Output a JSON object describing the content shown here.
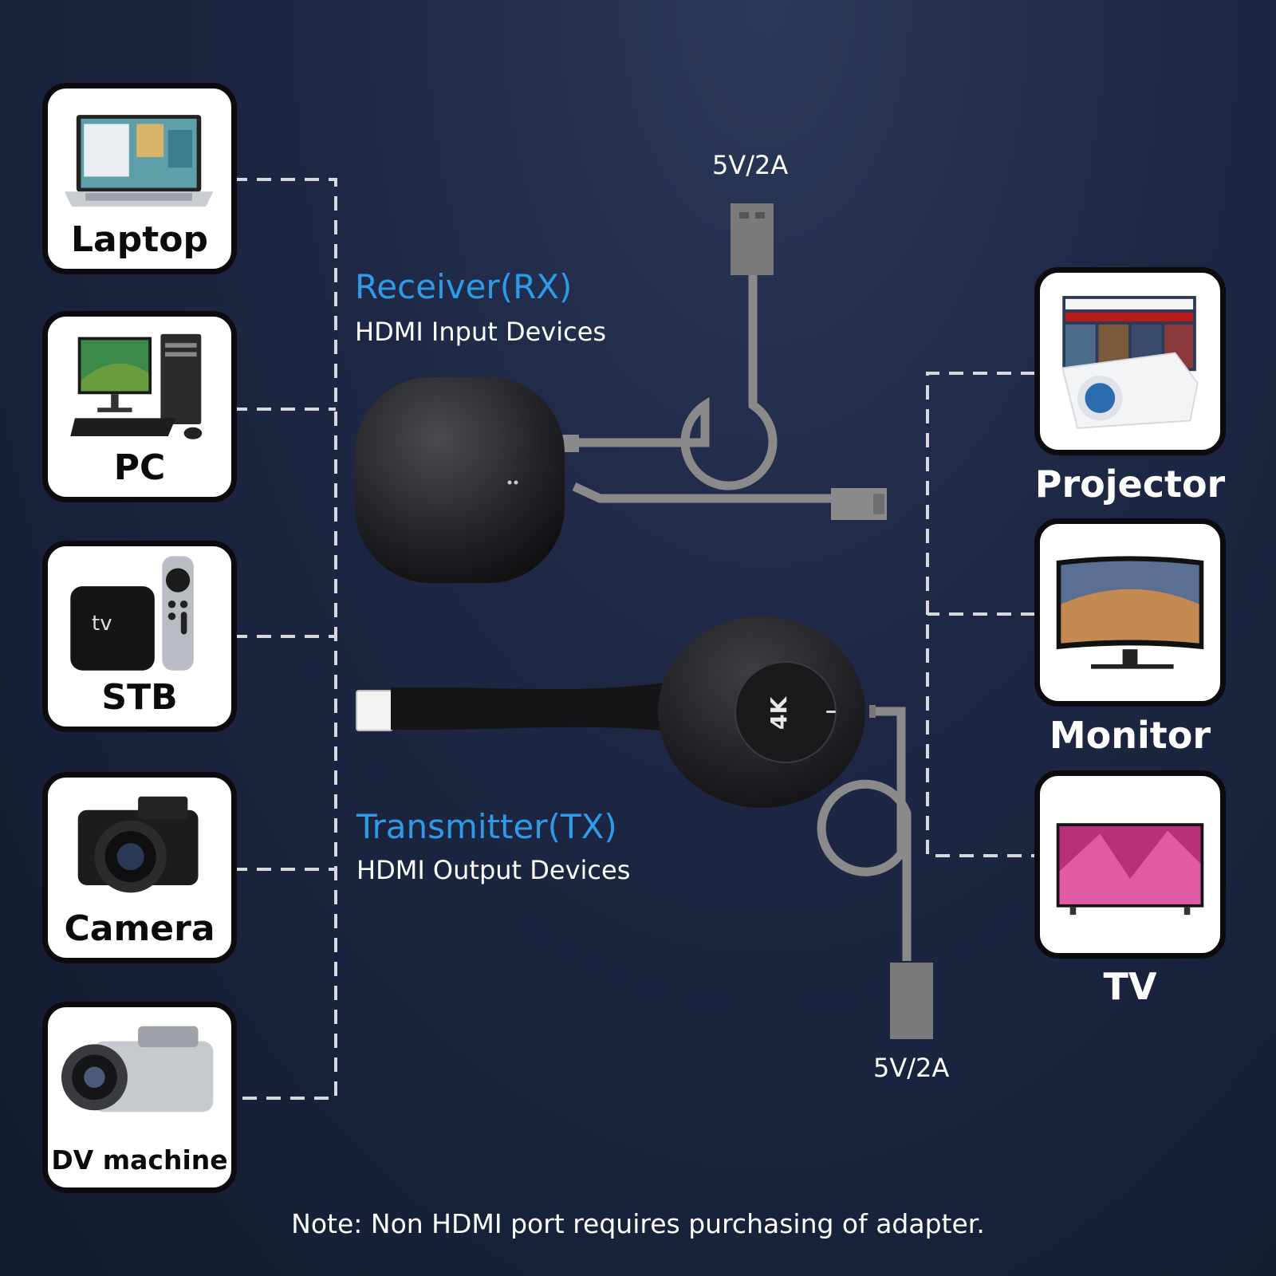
{
  "inputs": [
    {
      "label": "Laptop"
    },
    {
      "label": "PC"
    },
    {
      "label": "STB"
    },
    {
      "label": "Camera"
    },
    {
      "label": "DV machine"
    }
  ],
  "outputs": [
    {
      "label": "Projector"
    },
    {
      "label": "Monitor"
    },
    {
      "label": "TV"
    }
  ],
  "receiver": {
    "title": "Receiver(RX)",
    "subtitle": "HDMI Input Devices",
    "power": "5V/2A"
  },
  "transmitter": {
    "title": "Transmitter(TX)",
    "subtitle": "HDMI Output Devices",
    "power": "5V/2A",
    "badge": "4K"
  },
  "note": "Note: Non HDMI port requires purchasing of adapter.",
  "colors": {
    "accent": "#2f9be8",
    "cable": "#8a8a8a",
    "dash": "#d6d8de"
  }
}
